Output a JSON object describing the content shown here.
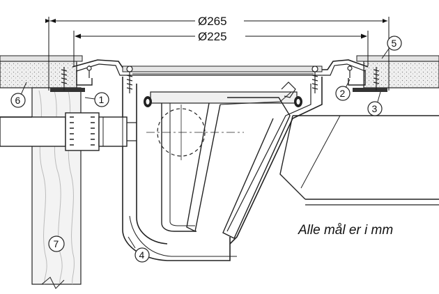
{
  "dimensions": {
    "outer": "Ø265",
    "inner": "Ø225"
  },
  "note": "Alle mål er i mm",
  "callouts": [
    "1",
    "2",
    "3",
    "4",
    "5",
    "6",
    "7"
  ]
}
